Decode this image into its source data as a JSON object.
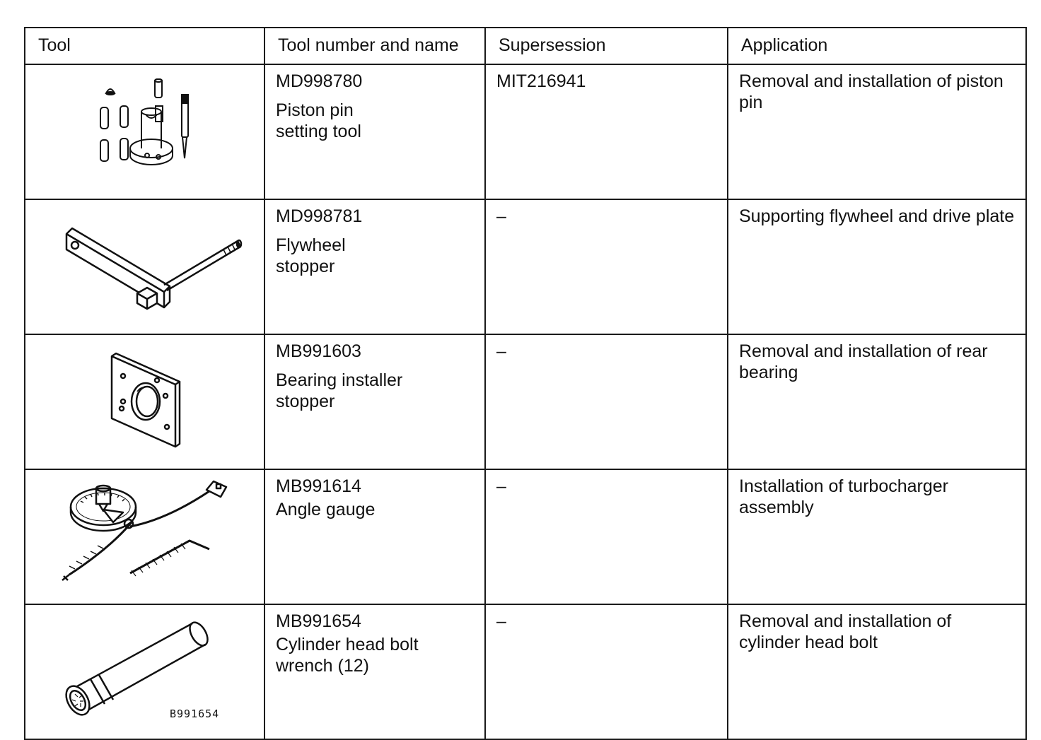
{
  "headers": {
    "tool": "Tool",
    "number_name": "Tool number and name",
    "supersession": "Supersession",
    "application": "Application"
  },
  "rows": [
    {
      "number": "MD998780",
      "name": "Piston pin setting tool",
      "name_line1": "Piston pin",
      "name_line2": "setting tool",
      "supersession": "MIT216941",
      "application": "Removal and installation of piston pin",
      "icon": "piston-pin-setting-tool-icon"
    },
    {
      "number": "MD998781",
      "name": "Flywheel stopper",
      "name_line1": "Flywheel",
      "name_line2": "stopper",
      "supersession": "–",
      "application": "Supporting flywheel and drive plate",
      "icon": "flywheel-stopper-icon"
    },
    {
      "number": "MB991603",
      "name": "Bearing installer stopper",
      "name_line1": "Bearing installer",
      "name_line2": "stopper",
      "supersession": "–",
      "application": "Removal and installation of rear bearing",
      "icon": "bearing-installer-stopper-icon"
    },
    {
      "number": "MB991614",
      "name": "Angle gauge",
      "name_line1": "Angle gauge",
      "name_line2": "",
      "supersession": "–",
      "application": "Installation of turbocharger assembly",
      "icon": "angle-gauge-icon"
    },
    {
      "number": "MB991654",
      "name": "Cylinder head bolt wrench (12)",
      "name_line1": "Cylinder head bolt",
      "name_line2": "wrench (12)",
      "supersession": "–",
      "application": "Removal and installation of cylinder head bolt",
      "icon": "cylinder-head-bolt-wrench-icon",
      "figure_id": "B991654"
    }
  ]
}
